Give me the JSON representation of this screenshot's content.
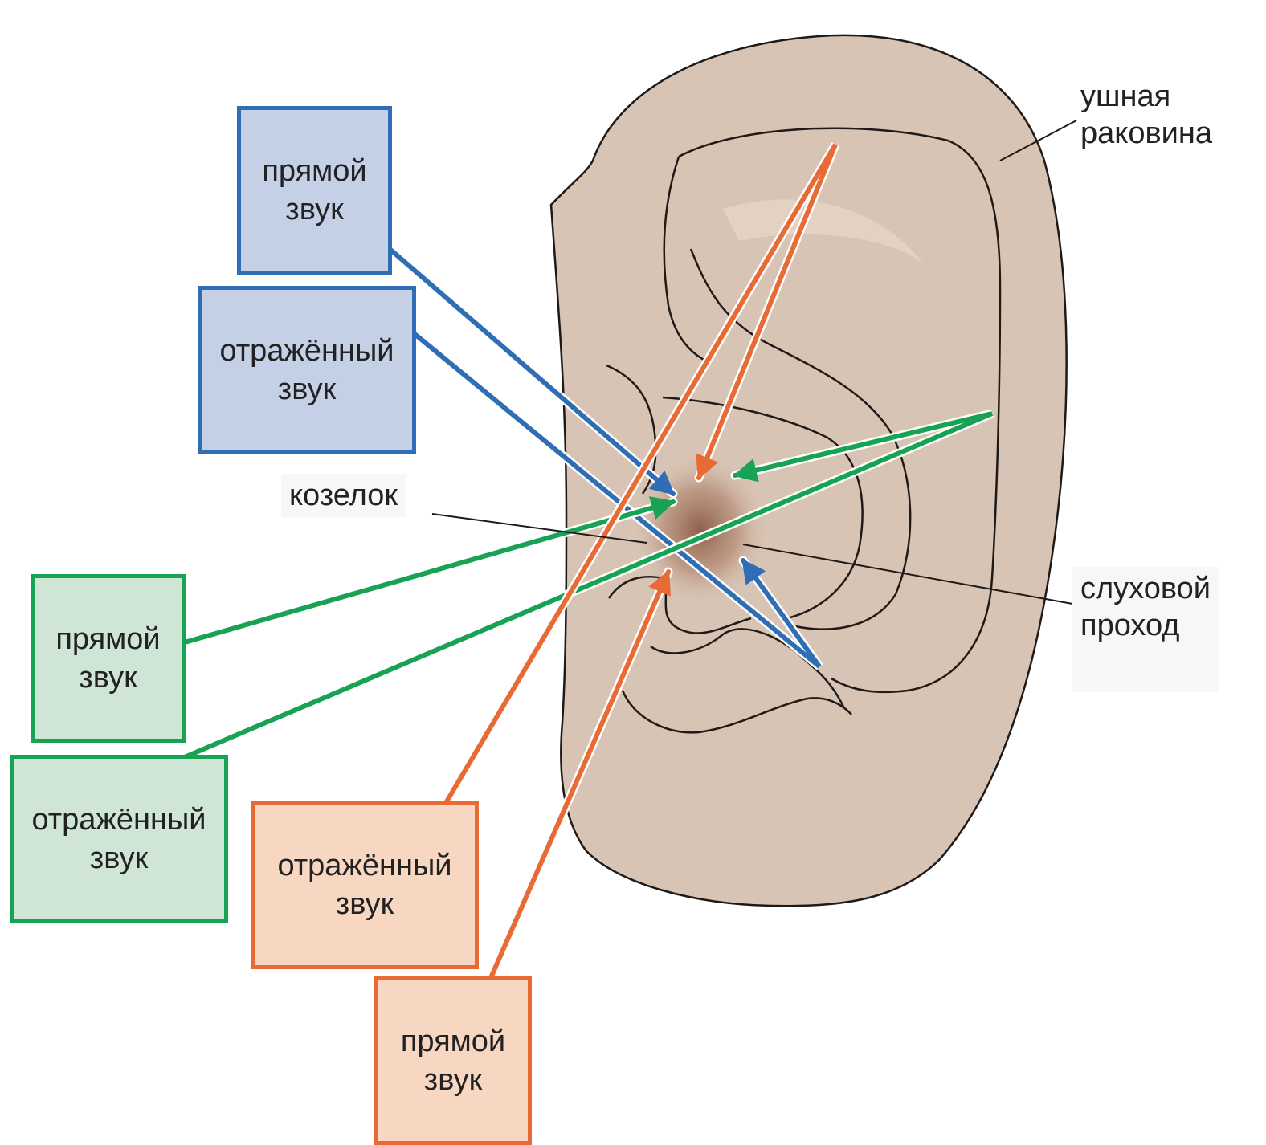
{
  "colors": {
    "ear_skin": "#d8c4b4",
    "ear_outline": "#1f1a18",
    "canal": "#9b6850",
    "blue_arrow": "#2f6db4",
    "green_arrow": "#18a253",
    "orange_arrow": "#e86a35",
    "blue_box_fill": "#c4d0e6",
    "green_box_fill": "#cfe6d6",
    "orange_box_fill": "#f7d6c2"
  },
  "boxes": {
    "blue_direct": {
      "line1": "прямой",
      "line2": "звук"
    },
    "blue_reflected": {
      "line1": "отражённый",
      "line2": "звук"
    },
    "green_direct": {
      "line1": "прямой",
      "line2": "звук"
    },
    "green_reflected": {
      "line1": "отражённый",
      "line2": "звук"
    },
    "orange_reflected": {
      "line1": "отражённый",
      "line2": "звук"
    },
    "orange_direct": {
      "line1": "прямой",
      "line2": "звук"
    }
  },
  "labels": {
    "pinna": {
      "line1": "ушная",
      "line2": "раковина"
    },
    "tragus": {
      "line1": "козелок"
    },
    "canal": {
      "line1": "слуховой",
      "line2": "проход"
    }
  }
}
